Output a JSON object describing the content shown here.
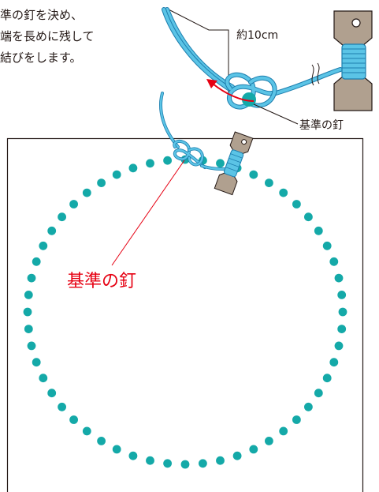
{
  "instructions": [
    "準の釘を決め、",
    "端を長めに残して",
    "結びをします。"
  ],
  "labels": {
    "length": "約10cm",
    "nail_detail": "基準の釘",
    "nail_main": "基準の釘"
  },
  "board": {
    "nail_count": 56,
    "nail_color": "#14a9a8"
  },
  "colors": {
    "string": "#5bc4e6",
    "string_outline": "#1d7eae",
    "bobbin": "#b0a08f",
    "accent_red": "#e60012",
    "line": "#231815"
  }
}
